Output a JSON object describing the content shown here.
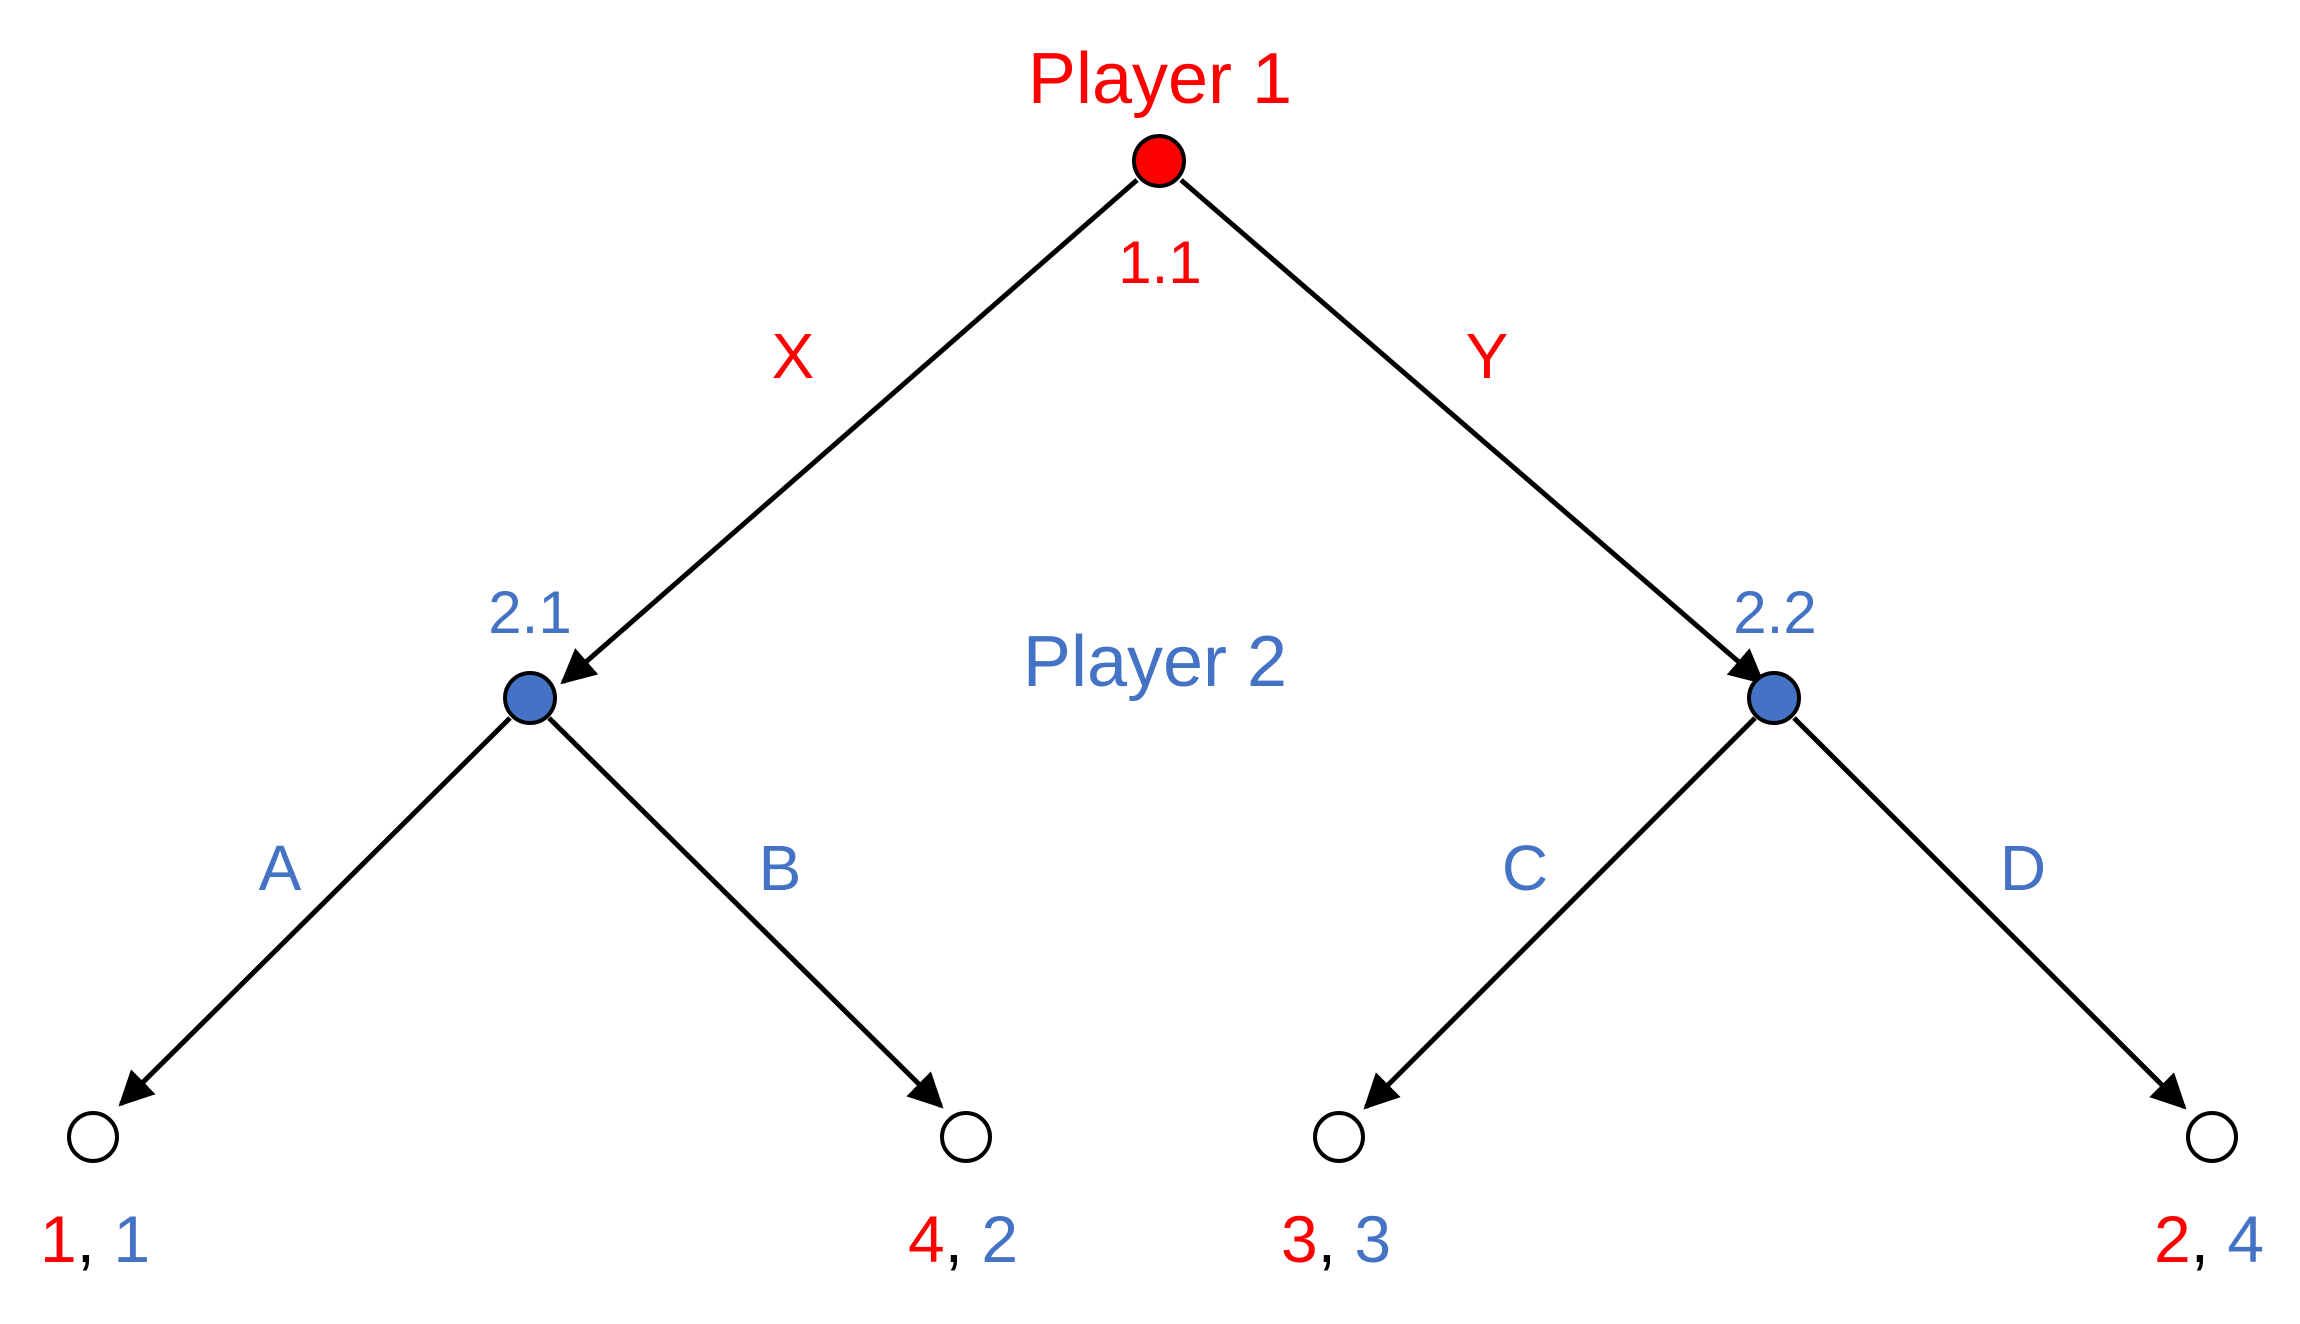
{
  "colors": {
    "player1": "#ff0000",
    "player2": "#4472c4",
    "edge": "#000000",
    "terminal_fill": "#ffffff"
  },
  "players": {
    "player1_label": "Player 1",
    "player2_label": "Player 2"
  },
  "nodes": {
    "root": {
      "id": "1.1",
      "owner": "player1"
    },
    "left": {
      "id": "2.1",
      "owner": "player2"
    },
    "right": {
      "id": "2.2",
      "owner": "player2"
    }
  },
  "moves": {
    "x": "X",
    "y": "Y",
    "a": "A",
    "b": "B",
    "c": "C",
    "d": "D"
  },
  "payoffs": [
    {
      "p1": "1",
      "sep": ",",
      "p2": "1"
    },
    {
      "p1": "4",
      "sep": ",",
      "p2": "2"
    },
    {
      "p1": "3",
      "sep": ",",
      "p2": "3"
    },
    {
      "p1": "2",
      "sep": ",",
      "p2": "4"
    }
  ]
}
